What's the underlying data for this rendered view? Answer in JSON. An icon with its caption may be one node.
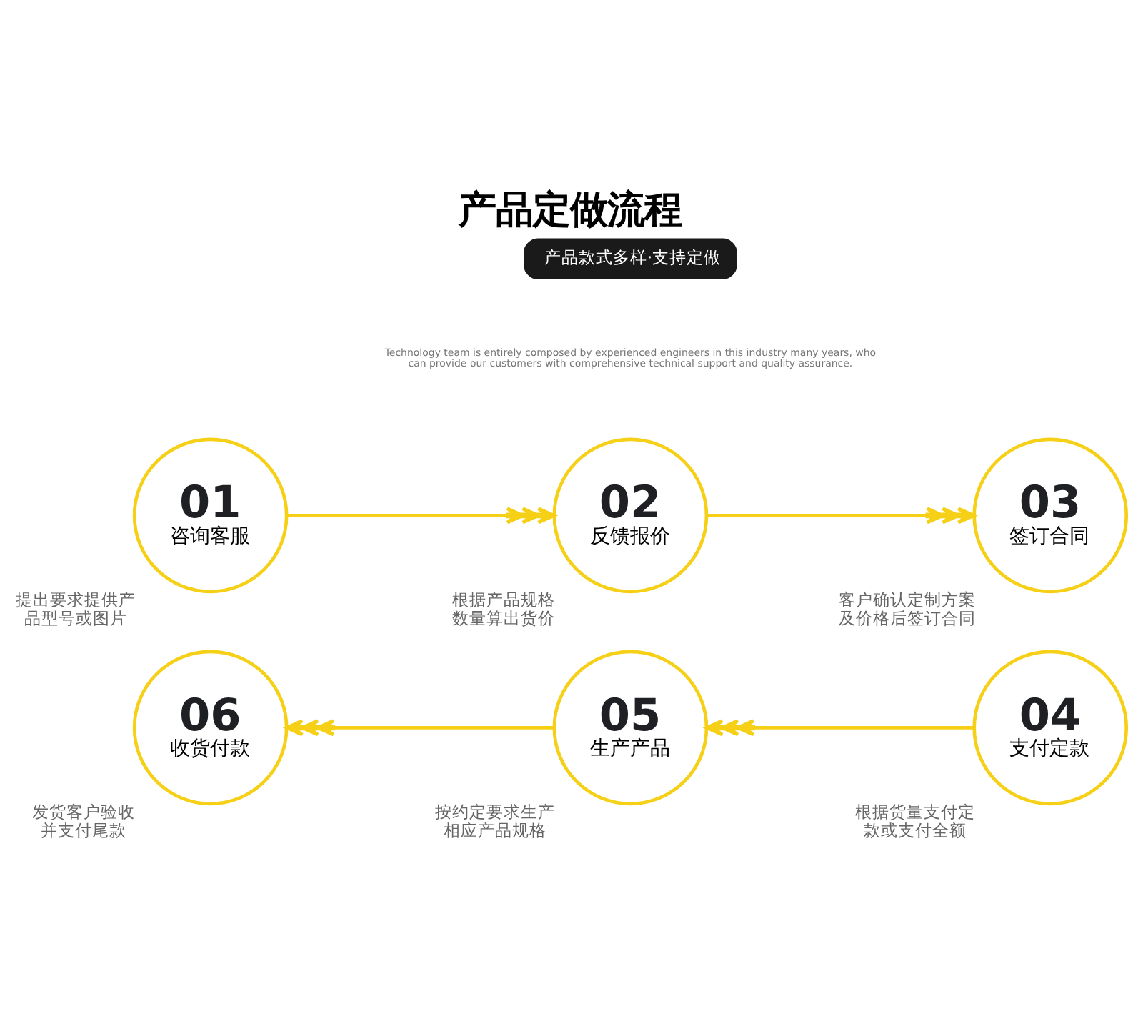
{
  "diagram": {
    "title": "产品定做流程",
    "nodes": [
      {
        "text": [
          "产品款式多样·支持定做"
        ]
      },
      {
        "text": [
          "01",
          "咨询客服"
        ],
        "beside": [
          "提出要求提供产品型号或图片"
        ]
      },
      {
        "text": [
          "02",
          "反馈报价"
        ],
        "beside": [
          "根据产品规格数量算出货价"
        ]
      },
      {
        "text": [
          "03",
          "签订合同"
        ],
        "beside": [
          "客户确认定制方案及价格后签订合同"
        ]
      },
      {
        "text": [
          "04",
          "支付定款"
        ],
        "beside": [
          "根据货量支付定款或支付全额"
        ]
      },
      {
        "text": [
          "05",
          "生产产品"
        ],
        "beside": [
          "按约定要求生产相应产品规格"
        ]
      },
      {
        "text": [
          "06",
          "收货付款"
        ],
        "beside": [
          "发货客户验收并支付尾款"
        ]
      }
    ],
    "edges": [
      {
        "from": 1,
        "to": 2,
        "arrow": "to"
      },
      {
        "from": 2,
        "to": 3,
        "arrow": "to"
      },
      {
        "from": 4,
        "to": 5,
        "arrow": "to"
      },
      {
        "from": 5,
        "to": 6,
        "arrow": "to"
      }
    ],
    "labels": [
      "Technology team is entirely composed by experienced engineers in this industry many years, who can provide our customers with comprehensive technical support and quality assurance."
    ]
  }
}
